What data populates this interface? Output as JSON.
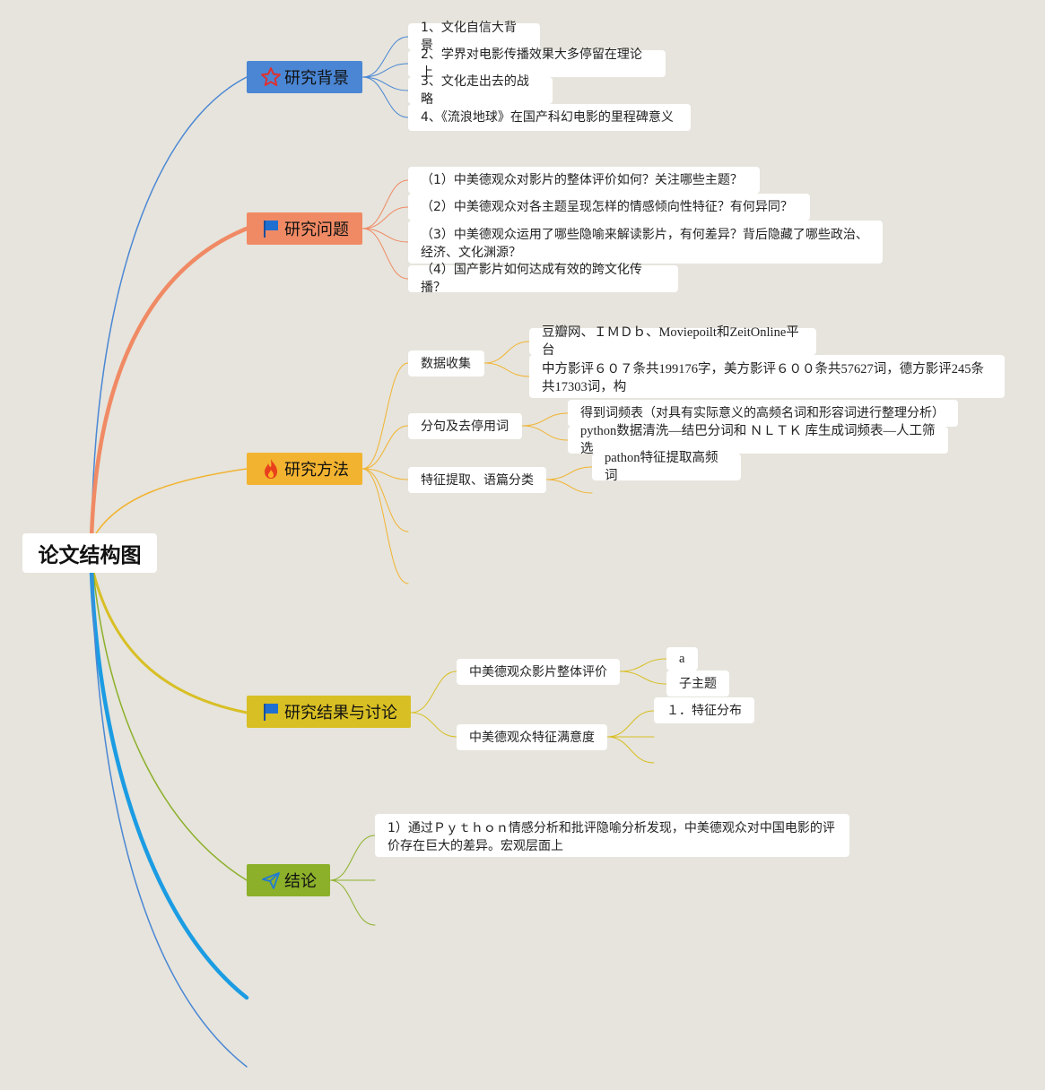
{
  "root": {
    "title": "论文结构图"
  },
  "topics": {
    "background": {
      "label": "研究背景",
      "icon": "star-icon",
      "color": "#4a86d4",
      "items": [
        "1、文化自信大背景",
        "2、学界对电影传播效果大多停留在理论上",
        "3、文化走出去的战略",
        "4、《流浪地球》在国产科幻电影的里程碑意义"
      ]
    },
    "questions": {
      "label": "研究问题",
      "icon": "flag-icon",
      "color": "#f08a64",
      "items": [
        "（1）中美德观众对影片的整体评价如何？关注哪些主题？",
        "（2）中美德观众对各主题呈现怎样的情感倾向性特征？有何异同？",
        "（3）中美德观众运用了哪些隐喻来解读影片，有何差异？背后隐藏了哪些政治、经济、文化渊源？",
        "（4）国产影片如何达成有效的跨文化传播？"
      ]
    },
    "methods": {
      "label": "研究方法",
      "icon": "fire-icon",
      "color": "#f2b330",
      "groups": [
        {
          "label": "数据收集",
          "children": [
            "豆瓣网、ＩＭＤｂ、Moviepoilt和ZeitOnline平台",
            "中方影评６０７条共199176字，美方影评６００条共57627词，德方影评245条共17303词，构"
          ]
        },
        {
          "label": "分句及去停用词",
          "children": [
            "得到词频表（对具有实际意义的高频名词和形容词进行整理分析）",
            "python数据清洗—结巴分词和 ＮＬＴＫ 库生成词频表—人工筛选"
          ]
        },
        {
          "label": "特征提取、语篇分类",
          "children": [
            "pathon特征提取高频词"
          ]
        }
      ]
    },
    "results": {
      "label": "研究结果与讨论",
      "icon": "flag-icon",
      "color": "#d8bf24",
      "groups": [
        {
          "label": "中美德观众影片整体评价",
          "children": [
            "a",
            "子主题"
          ]
        },
        {
          "label": "中美德观众特征满意度",
          "children": [
            "１．特征分布"
          ]
        }
      ]
    },
    "conclusion": {
      "label": "结论",
      "icon": "paper-plane-icon",
      "color": "#8cb02a",
      "items": [
        "1）通过Ｐｙｔｈｏｎ情感分析和批评隐喻分析发现，中美德观众对中国电影的评价存在巨大的差异。宏观层面上"
      ]
    }
  },
  "colors": {
    "background": "#e6e4dc",
    "blue_branch": "#1b9ce3"
  }
}
